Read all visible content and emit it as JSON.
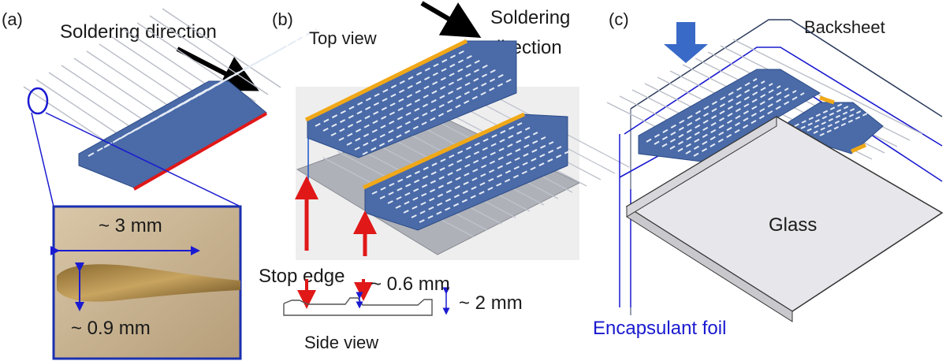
{
  "panel_a": {
    "tag": "(a)",
    "direction_label": "Soldering direction",
    "inset_length": "~ 3 mm",
    "inset_width": "~ 0.9 mm"
  },
  "panel_b": {
    "tag": "(b)",
    "top_view": "Top view",
    "direction_line1": "Soldering",
    "direction_line2": "direction",
    "stop_edge": "Stop edge",
    "step_height": "~ 0.6 mm",
    "total_height": "~ 2 mm",
    "side_view": "Side view"
  },
  "panel_c": {
    "tag": "(c)",
    "backsheet": "Backsheet",
    "glass": "Glass",
    "encapsulant": "Encapsulant foil"
  },
  "colors": {
    "cell_blue": "#4a6aa8",
    "cell_edge": "#2c4b86",
    "finger": "#e6ecf5",
    "ribbon_gold": "#f0a818",
    "red": "#e01818",
    "foil_blue": "#1a1ad0",
    "frame_line": "#2c3c5c"
  }
}
